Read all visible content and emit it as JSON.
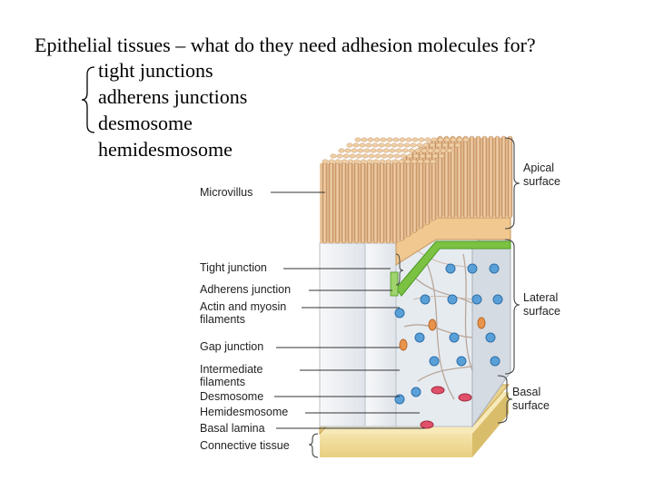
{
  "slide": {
    "title": "Epithelial tissues – what do they need adhesion molecules for?",
    "items": [
      "tight junctions",
      "adherens junctions",
      "desmosome",
      "hemidesmosome"
    ]
  },
  "figure": {
    "left_labels": [
      "Microvillus",
      "Tight junction",
      "Adherens junction",
      "Actin and myosin",
      "filaments",
      "Gap junction",
      "Intermediate",
      "filaments",
      "Desmosome",
      "Hemidesmosome",
      "Basal lamina",
      "Connective tissue"
    ],
    "right_labels": [
      "Apical",
      "surface",
      "Lateral",
      "surface",
      "Basal",
      "surface"
    ]
  },
  "colors": {
    "microvilli": "#e8c39a",
    "cell_body": "#eef1f4",
    "tight_junction": "#7cc242",
    "desmosome": "#5aa0d8",
    "hemidesmosome": "#e0506a",
    "gap_junction": "#e8944a",
    "connective_tissue": "#f2dd9c"
  }
}
